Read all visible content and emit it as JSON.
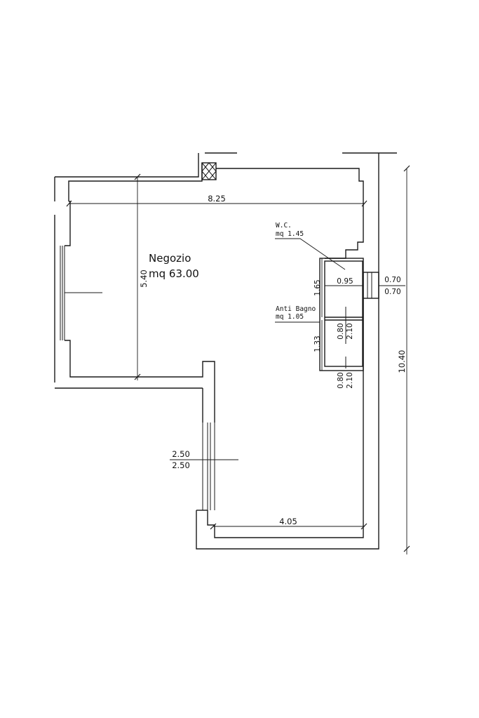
{
  "rooms": {
    "main": {
      "name": "Negozio",
      "area": "mq 63.00"
    },
    "wc": {
      "name": "W.C.",
      "area": "mq  1.45"
    },
    "antibagno": {
      "name": "Anti  Bagno",
      "area": "mq  1.05"
    }
  },
  "dimensions": {
    "width_top": "8.25",
    "height_left": "5.40",
    "width_bottom": "4.05",
    "height_total": "10.40",
    "wc_width": "0.95",
    "wc_height": "1.65",
    "antibagno_height": "1.33"
  },
  "openings": {
    "window_right_top": "0.70",
    "window_right_bottom": "0.70",
    "door_wc_w": "0.80",
    "door_wc_h": "2.10",
    "door_ab_w": "0.80",
    "door_ab_h": "2.10",
    "entrance_top": "2.50",
    "entrance_bottom": "2.50"
  }
}
